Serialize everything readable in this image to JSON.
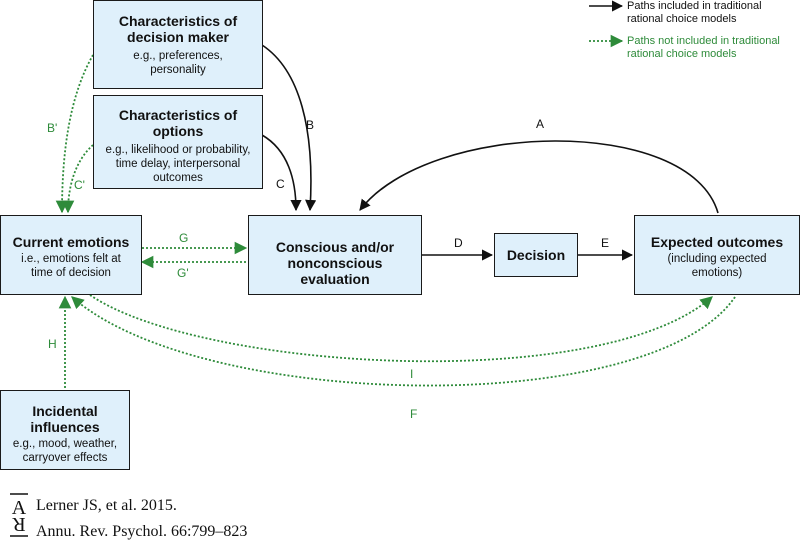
{
  "boxes": {
    "decision_maker": {
      "title": "Characteristics of decision maker",
      "sub": "e.g., preferences, personality"
    },
    "options": {
      "title": "Characteristics of options",
      "sub": "e.g., likelihood or probability, time delay, interpersonal outcomes"
    },
    "current_emotions": {
      "title": "Current emotions",
      "sub": "i.e., emotions felt at time of decision"
    },
    "evaluation": {
      "title": "Conscious and/or nonconscious evaluation"
    },
    "decision": {
      "title": "Decision"
    },
    "expected_outcomes": {
      "title": "Expected outcomes",
      "sub": "(including expected emotions)"
    },
    "incidental": {
      "title": "Incidental influences",
      "sub": "e.g., mood, weather, carryover effects"
    }
  },
  "paths": {
    "A": "A",
    "B": "B",
    "C": "C",
    "D": "D",
    "E": "E",
    "B_prime": "B'",
    "C_prime": "C'",
    "G": "G",
    "G_prime": "G'",
    "H": "H",
    "I": "I",
    "F": "F"
  },
  "legend": {
    "solid": "Paths included in traditional rational choice models",
    "dotted": "Paths not included in traditional rational choice models"
  },
  "citation": {
    "line1": "Lerner JS, et al. 2015.",
    "line2": "Annu. Rev. Psychol. 66:799–823"
  },
  "colors": {
    "box_fill": "#dff0fb",
    "solid": "#111111",
    "dotted": "#2e8b3a"
  },
  "logo": {
    "icon": "annual-reviews-logo-icon",
    "letters": "AR"
  }
}
